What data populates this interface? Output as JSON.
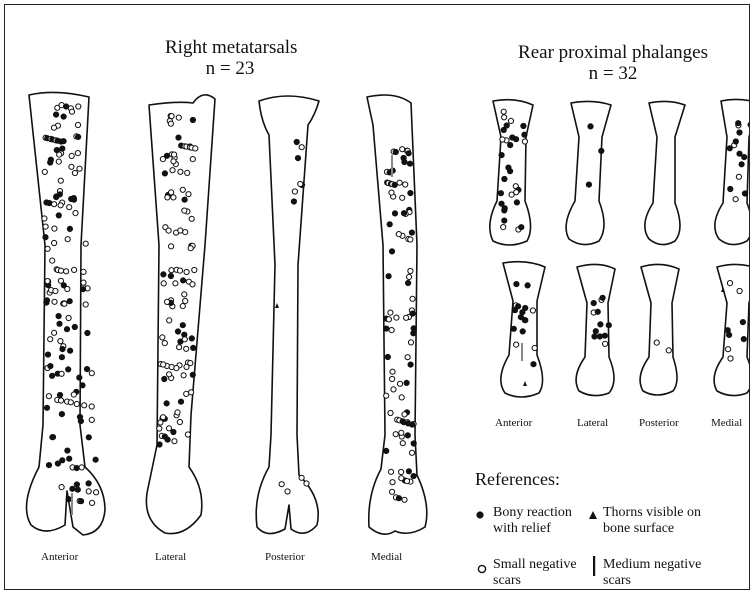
{
  "metatarsals": {
    "title": "Right metatarsals",
    "n": "n = 23",
    "views": [
      "Anterior",
      "Lateral",
      "Posterior",
      "Medial"
    ]
  },
  "phalanges": {
    "title": "Rear proximal phalanges",
    "n": "n = 32",
    "views": [
      "Anterior",
      "Lateral",
      "Posterior",
      "Medial"
    ]
  },
  "references": {
    "title": "References:",
    "items": [
      {
        "symbol": "filled-circle",
        "line1": "Bony reaction",
        "line2": "with relief"
      },
      {
        "symbol": "thorn",
        "line1": "Thorns visible on",
        "line2": "bone surface"
      },
      {
        "symbol": "open-circle",
        "line1": "Small negative",
        "line2": "scars"
      },
      {
        "symbol": "bar",
        "line1": "Medium negative",
        "line2": "scars"
      }
    ]
  }
}
